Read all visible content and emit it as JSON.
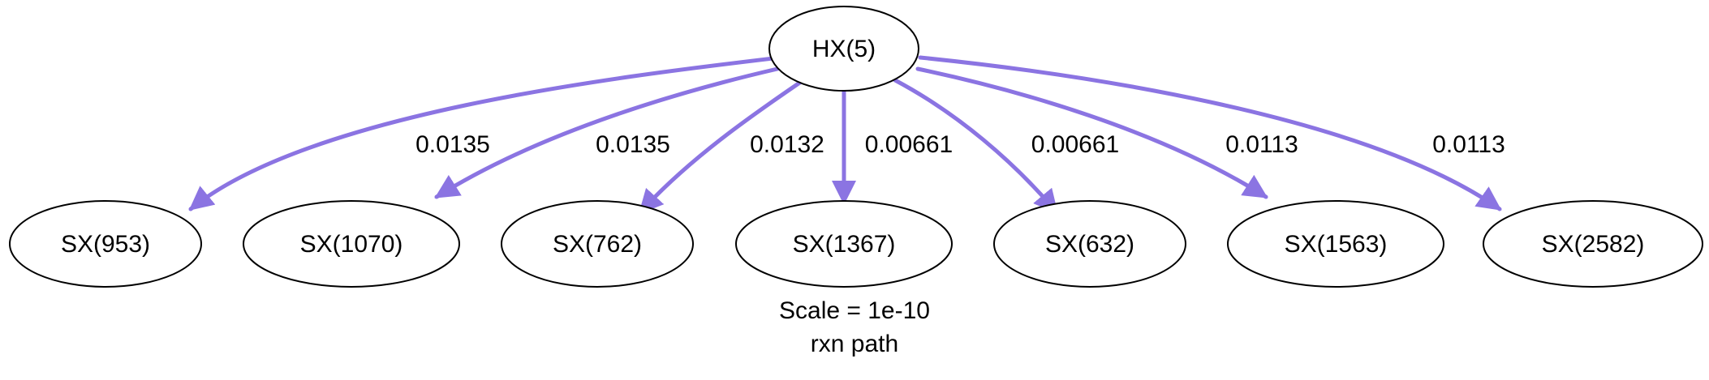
{
  "graph": {
    "edge_color": "#8b74e2",
    "root": {
      "id": "hx5",
      "label": "HX(5)"
    },
    "children": [
      {
        "id": "sx953",
        "label": "SX(953)",
        "edge_label": "0.0135"
      },
      {
        "id": "sx1070",
        "label": "SX(1070)",
        "edge_label": "0.0135"
      },
      {
        "id": "sx762",
        "label": "SX(762)",
        "edge_label": "0.0132"
      },
      {
        "id": "sx1367",
        "label": "SX(1367)",
        "edge_label": "0.00661"
      },
      {
        "id": "sx632",
        "label": "SX(632)",
        "edge_label": "0.00661"
      },
      {
        "id": "sx1563",
        "label": "SX(1563)",
        "edge_label": "0.0113"
      },
      {
        "id": "sx2582",
        "label": "SX(2582)",
        "edge_label": "0.0113"
      }
    ]
  },
  "caption": {
    "scale": "Scale = 1e-10",
    "title": "rxn path"
  }
}
